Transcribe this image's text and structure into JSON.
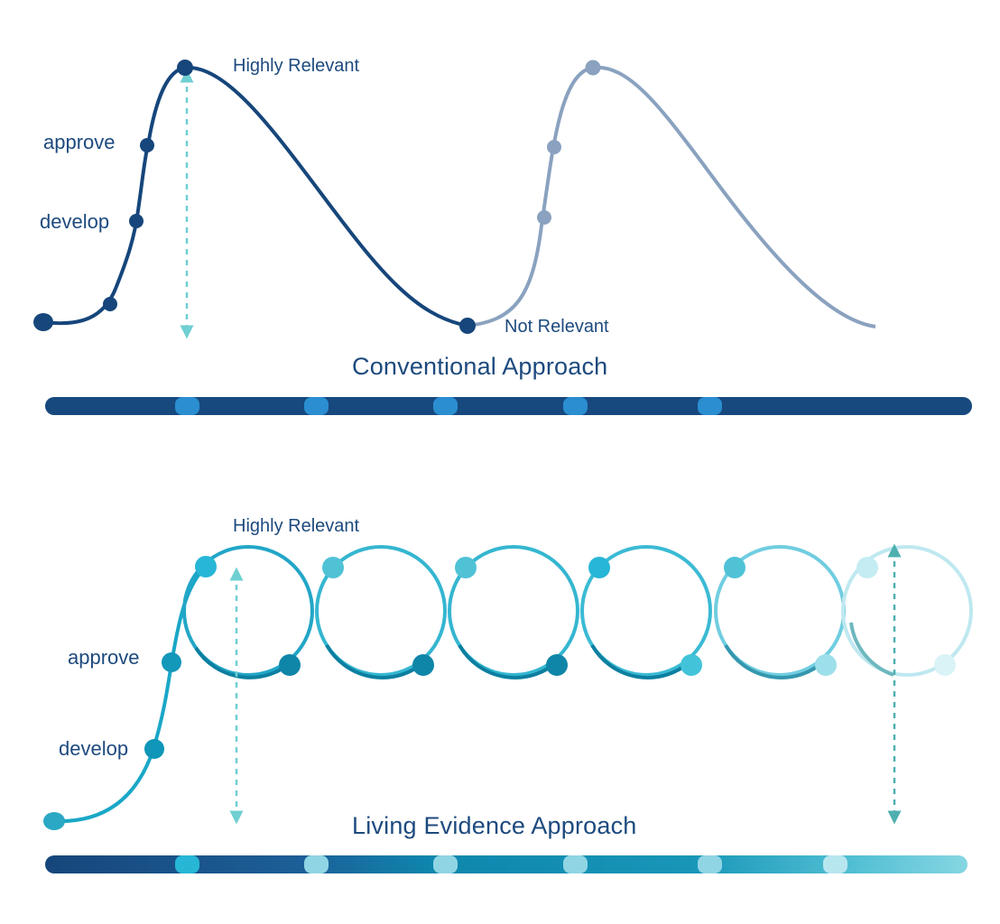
{
  "conventional": {
    "title": "Conventional Approach",
    "peak_label": "Highly Relevant",
    "trough_label": "Not Relevant",
    "stage_labels": {
      "approve": "approve",
      "develop": "develop"
    }
  },
  "living": {
    "title": "Living Evidence Approach",
    "peak_label": "Highly Relevant",
    "stage_labels": {
      "approve": "approve",
      "develop": "develop"
    }
  },
  "colors": {
    "navy": "#16467b",
    "faded_navy": "#8aa2bf",
    "arrow": "#6fcfd2",
    "teal": "#1aa3c4",
    "timeline_marker": "#2a8ed0"
  }
}
